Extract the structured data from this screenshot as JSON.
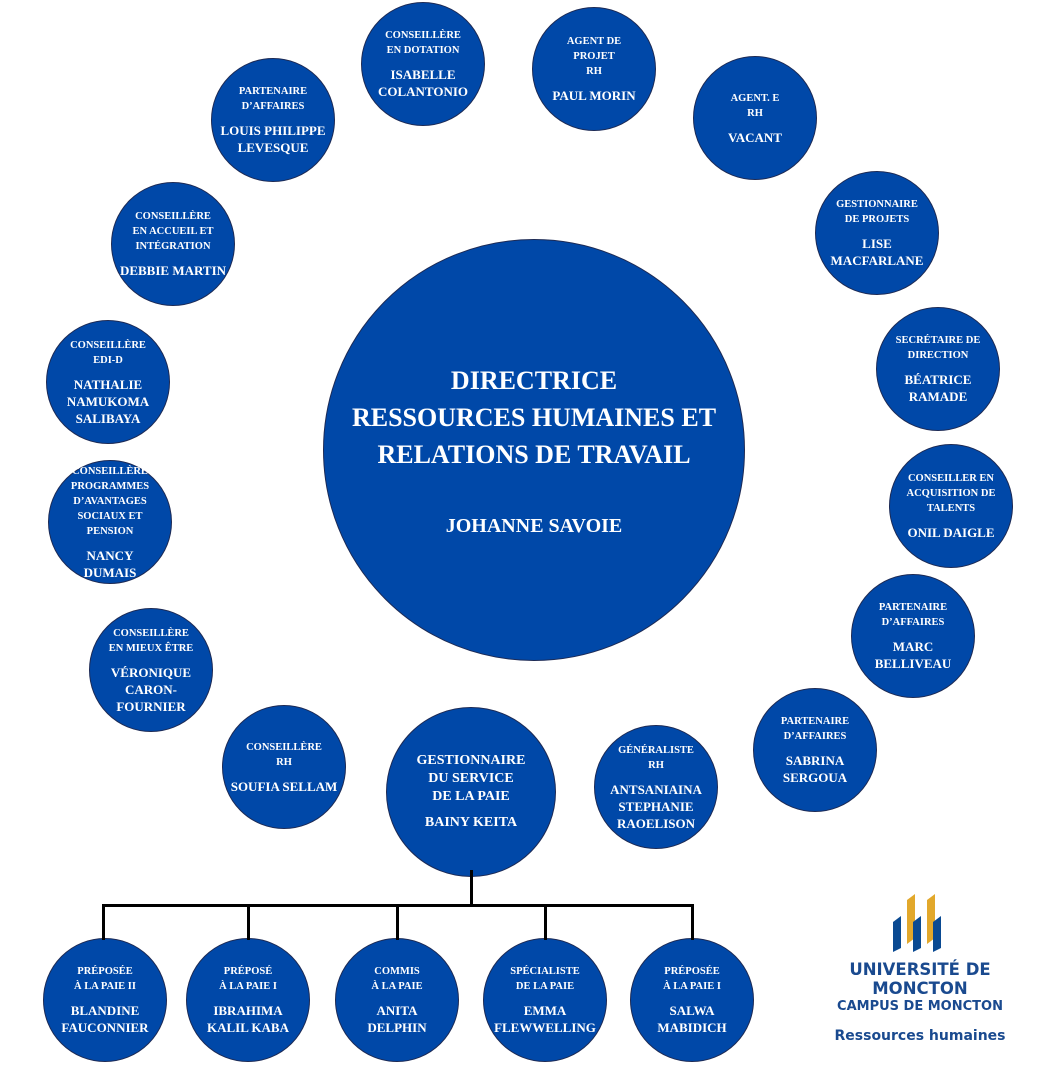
{
  "center": {
    "title": [
      "DIRECTRICE",
      "RESSOURCES HUMAINES ET",
      "RELATIONS DE TRAVAIL"
    ],
    "name": [
      "JOHANNE SAVOIE"
    ]
  },
  "nodes": [
    {
      "id": "conseillere-dotation",
      "title": [
        "CONSEILLÈRE",
        "EN  DOTATION"
      ],
      "name": [
        "ISABELLE",
        "COLANTONIO"
      ]
    },
    {
      "id": "agent-projet-rh",
      "title": [
        "AGENT DE",
        "PROJET",
        "RH"
      ],
      "name": [
        "PAUL MORIN"
      ]
    },
    {
      "id": "agent-e-rh",
      "title": [
        "AGENT. E",
        "RH"
      ],
      "name": [
        "VACANT"
      ]
    },
    {
      "id": "gestionnaire-projets",
      "title": [
        "GESTIONNAIRE",
        "DE PROJETS"
      ],
      "name": [
        "LISE",
        "MACFARLANE"
      ]
    },
    {
      "id": "secretaire-direction",
      "title": [
        "SECRÉTAIRE DE",
        "DIRECTION"
      ],
      "name": [
        "BÉATRICE",
        "RAMADE"
      ]
    },
    {
      "id": "conseiller-acquisition",
      "title": [
        "CONSEILLER EN",
        "ACQUISITION DE",
        "TALENTS"
      ],
      "name": [
        "ONIL DAIGLE"
      ]
    },
    {
      "id": "partenaire-affaires-marc",
      "title": [
        "PARTENAIRE",
        "D’AFFAIRES"
      ],
      "name": [
        "MARC",
        "BELLIVEAU"
      ]
    },
    {
      "id": "partenaire-affaires-sabrina",
      "title": [
        "PARTENAIRE",
        "D’AFFAIRES"
      ],
      "name": [
        "SABRINA",
        "SERGOUA"
      ]
    },
    {
      "id": "generaliste-rh",
      "title": [
        "GÉNÉRALISTE",
        "RH"
      ],
      "name": [
        "ANTSANIAINA",
        "STEPHANIE",
        "RAOELISON"
      ]
    },
    {
      "id": "gestionnaire-paie",
      "title": [
        "GESTIONNAIRE",
        "DU  SERVICE",
        "DE LA PAIE"
      ],
      "name": [
        "BAINY KEITA"
      ]
    },
    {
      "id": "conseillere-rh",
      "title": [
        "CONSEILLÈRE",
        "RH"
      ],
      "name": [
        "SOUFIA SELLAM"
      ]
    },
    {
      "id": "conseillere-mieux-etre",
      "title": [
        "CONSEILLÈRE",
        "EN MIEUX ÊTRE"
      ],
      "name": [
        "VÉRONIQUE",
        "CARON-",
        "FOURNIER"
      ]
    },
    {
      "id": "conseillere-avantages",
      "title": [
        "CONSEILLÈRE",
        "PROGRAMMES",
        "D’AVANTAGES",
        "SOCIAUX ET",
        "PENSION"
      ],
      "name": [
        "NANCY",
        "DUMAIS"
      ]
    },
    {
      "id": "conseillere-edi",
      "title": [
        "CONSEILLÈRE",
        "EDI-D"
      ],
      "name": [
        "NATHALIE",
        "NAMUKOMA",
        "SALIBAYA"
      ]
    },
    {
      "id": "conseillere-accueil",
      "title": [
        "CONSEILLÈRE",
        "EN  ACCUEIL ET",
        "INTÉGRATION"
      ],
      "name": [
        "DEBBIE MARTIN"
      ]
    },
    {
      "id": "partenaire-affaires-louis",
      "title": [
        "PARTENAIRE",
        "D’AFFAIRES"
      ],
      "name": [
        "LOUIS PHILIPPE",
        "LEVESQUE"
      ]
    },
    {
      "id": "preposee-paie-ii",
      "title": [
        "PRÉPOSÉE",
        "À LA PAIE II"
      ],
      "name": [
        "BLANDINE",
        "FAUCONNIER"
      ]
    },
    {
      "id": "prepose-paie-i",
      "title": [
        "PRÉPOSÉ",
        "À LA PAIE I"
      ],
      "name": [
        "IBRAHIMA",
        "KALIL KABA"
      ]
    },
    {
      "id": "commis-paie",
      "title": [
        "COMMIS",
        "À LA PAIE"
      ],
      "name": [
        "ANITA",
        "DELPHIN"
      ]
    },
    {
      "id": "specialiste-paie",
      "title": [
        "SPÉCIALISTE",
        "DE LA PAIE"
      ],
      "name": [
        "EMMA",
        "FLEWWELLING"
      ]
    },
    {
      "id": "preposee-paie-i",
      "title": [
        "PRÉPOSÉE",
        "À LA PAIE I"
      ],
      "name": [
        "SALWA",
        "MABIDICH"
      ]
    }
  ],
  "logo": {
    "university": "UNIVERSITÉ DE MONCTON",
    "campus": "CAMPUS DE MONCTON",
    "department": "Ressources humaines"
  },
  "colors": {
    "node": "#0048a8",
    "logo_blue": "#1a4a8f",
    "logo_gold": "#e2a82b"
  }
}
